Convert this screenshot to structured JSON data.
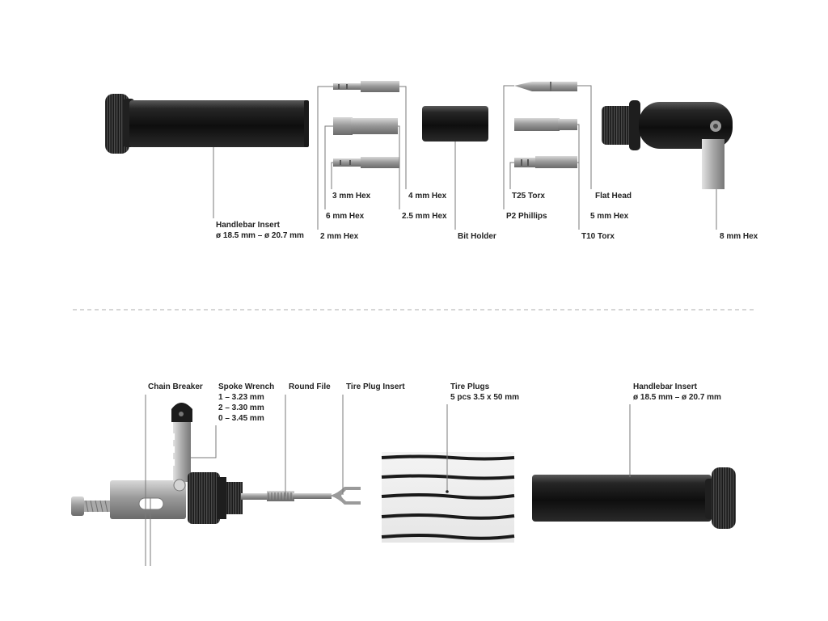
{
  "colors": {
    "leader": "#7a7a7a",
    "label": "#222222",
    "divider": "#bdbdbd",
    "tool_black": "#161616",
    "bit_steel": "#9c9c9c",
    "chain_breaker_steel": "#b0b0b0"
  },
  "top_section": {
    "handlebar_insert": {
      "line1": "Handlebar Insert",
      "line2": "ø 18.5 mm – ø 20.7 mm"
    },
    "hex_3mm": "3 mm Hex",
    "hex_4mm": "4 mm Hex",
    "hex_6mm": "6 mm Hex",
    "hex_2_5mm": "2.5 mm Hex",
    "hex_2mm": "2 mm Hex",
    "bit_holder": "Bit Holder",
    "torx_t25": "T25 Torx",
    "phillips_p2": "P2 Phillips",
    "torx_t10": "T10 Torx",
    "flat_head": "Flat Head",
    "hex_5mm": "5 mm Hex",
    "hex_8mm": "8 mm Hex"
  },
  "bottom_section": {
    "chain_breaker": "Chain Breaker",
    "spoke_wrench": {
      "title": "Spoke Wrench",
      "size1": "1 – 3.23 mm",
      "size2": "2 – 3.30 mm",
      "size3": "0 – 3.45 mm"
    },
    "round_file": "Round File",
    "tire_plug_insert": "Tire Plug Insert",
    "tire_plugs": {
      "title": "Tire Plugs",
      "spec": "5 pcs 3.5 x 50 mm"
    },
    "handlebar_insert": {
      "line1": "Handlebar Insert",
      "line2": "ø 18.5 mm – ø 20.7 mm"
    }
  }
}
